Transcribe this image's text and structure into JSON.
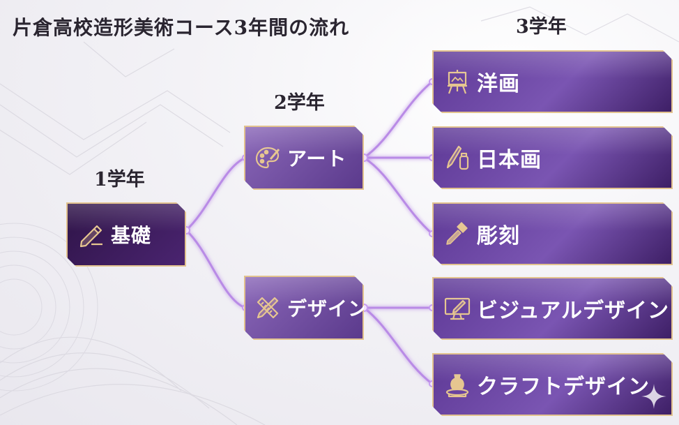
{
  "title": "片倉高校造形美術コース3年間の流れ",
  "years": {
    "y1": "1学年",
    "y2": "2学年",
    "y3": "3学年"
  },
  "colors": {
    "dark_node": "#3a1a58",
    "mid_node": "#7a58a8",
    "light_node": "#6a44a4",
    "border": "#e2c28e",
    "connector": "#b98be6"
  },
  "nodes": {
    "kiso": {
      "label": "基礎",
      "icon": "pencil-eraser-icon"
    },
    "art": {
      "label": "アート",
      "icon": "palette-brush-icon"
    },
    "design": {
      "label": "デザイン",
      "icon": "ruler-pencil-icon"
    },
    "yoga": {
      "label": "洋画",
      "icon": "easel-icon"
    },
    "nihonga": {
      "label": "日本画",
      "icon": "brush-tube-icon"
    },
    "chokoku": {
      "label": "彫刻",
      "icon": "chisel-icon"
    },
    "visual": {
      "label": "ビジュアルデザイン",
      "icon": "monitor-pen-icon"
    },
    "craft": {
      "label": "クラフトデザイン",
      "icon": "pottery-wheel-icon"
    }
  }
}
